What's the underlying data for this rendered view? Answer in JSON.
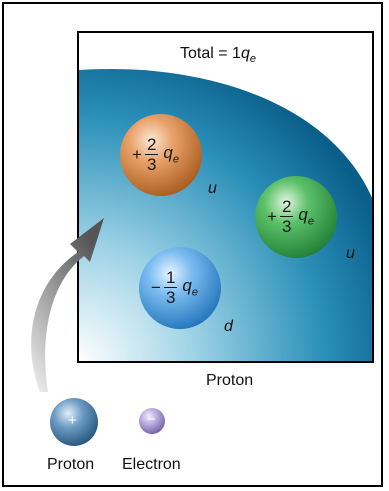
{
  "panel": {
    "total": {
      "prefix": "Total = 1",
      "q": "q",
      "sub": "e"
    },
    "caption": "Proton"
  },
  "quarks": [
    {
      "sign": "+",
      "num": "2",
      "den": "3",
      "q": "q",
      "sub": "e",
      "flavor": "u",
      "color": "#c8742e"
    },
    {
      "sign": "+",
      "num": "2",
      "den": "3",
      "q": "q",
      "sub": "e",
      "flavor": "u",
      "color": "#2f9a4a"
    },
    {
      "sign": "−",
      "num": "1",
      "den": "3",
      "q": "q",
      "sub": "e",
      "flavor": "d",
      "color": "#3d8fd0"
    }
  ],
  "legend": {
    "proton": {
      "label": "Proton",
      "symbol": "+"
    },
    "electron": {
      "label": "Electron",
      "symbol": "−"
    }
  },
  "colors": {
    "field_dark": "#0a5f8a",
    "field_light": "#ffffff",
    "proton": "#2f6d98",
    "electron": "#8e7bb8",
    "arrow": "#666666"
  }
}
